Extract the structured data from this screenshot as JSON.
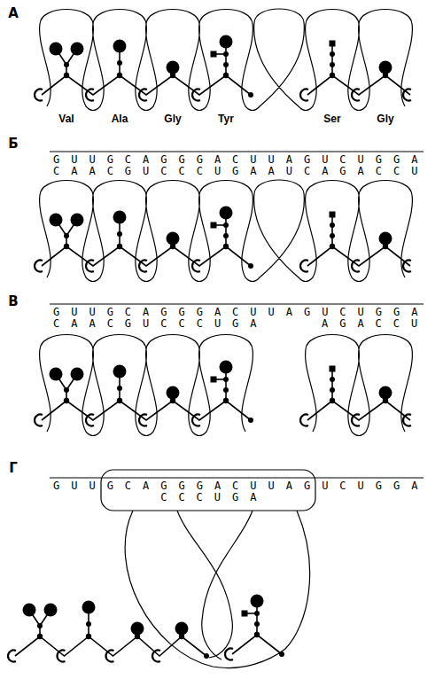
{
  "diagram": {
    "labels": [
      "А",
      "Val",
      "Ala",
      "Gly",
      "Tyr",
      "Ser",
      "Gly",
      "Б",
      "G U U G C A G G G A C U U A G U C U G G A",
      "C A A C G U C C C U G A A U C A G A C C U",
      "В",
      "G U U G C A G G G A C U U A G U C U G G A",
      "C A A C G U C C C U G A",
      "A G A C C U",
      "Г",
      "G U U G C A G G G A C U U A G U C U G G A",
      "C C C U G A"
    ]
  }
}
